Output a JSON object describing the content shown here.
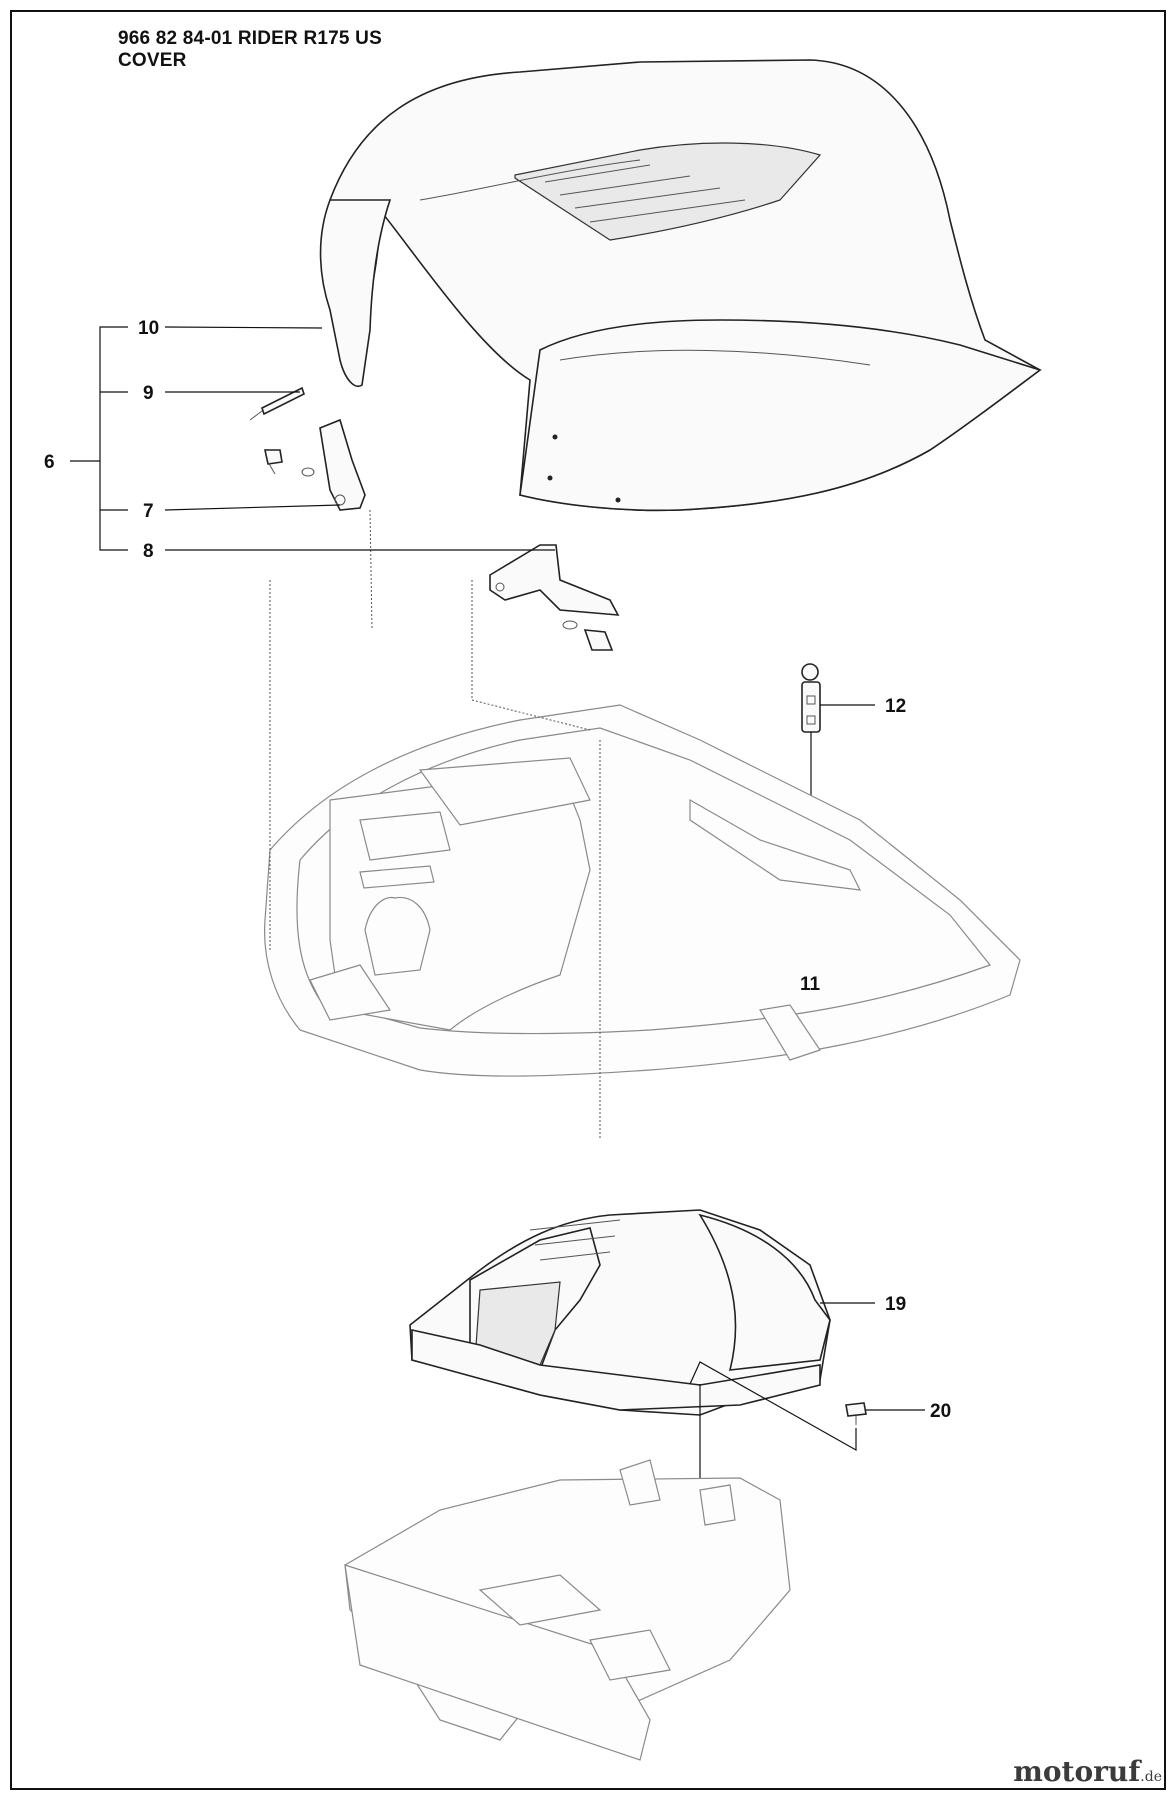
{
  "title": {
    "line1": "966 82 84-01 RIDER R175 US",
    "line2": "COVER"
  },
  "callouts": [
    {
      "id": "10",
      "text": "10"
    },
    {
      "id": "9",
      "text": "9"
    },
    {
      "id": "6",
      "text": "6"
    },
    {
      "id": "7",
      "text": "7"
    },
    {
      "id": "8",
      "text": "8"
    },
    {
      "id": "12",
      "text": "12"
    },
    {
      "id": "11",
      "text": "11"
    },
    {
      "id": "19",
      "text": "19"
    },
    {
      "id": "20",
      "text": "20"
    }
  ],
  "watermark": {
    "brand": "motoruf",
    "suffix": ".de"
  }
}
